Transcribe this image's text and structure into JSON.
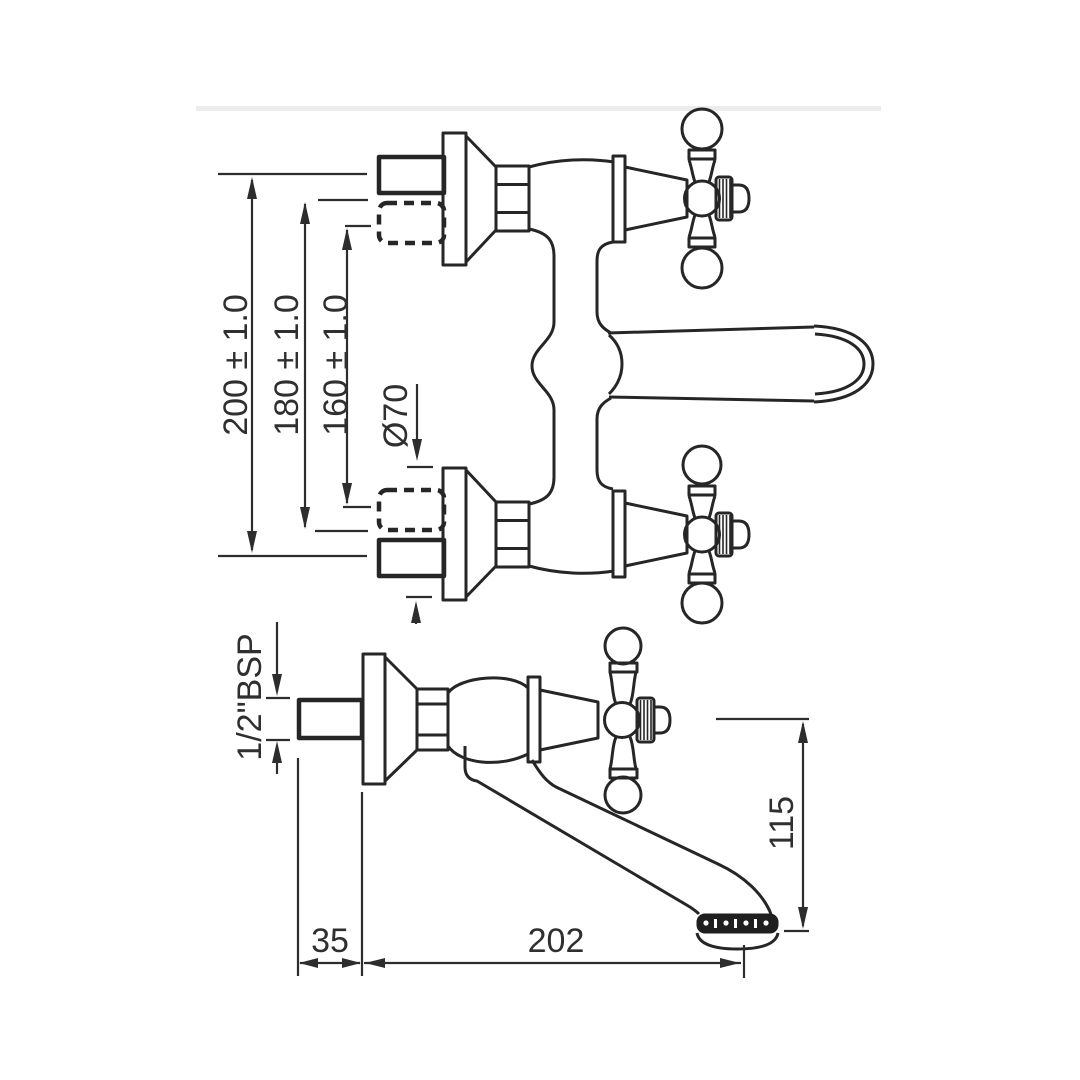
{
  "page": {
    "background": "#ffffff",
    "line_color": "#262626",
    "text_color": "#2f2f2f",
    "divider_color": "#ececec",
    "aerator_color": "#1f1f1f"
  },
  "drawing": {
    "dimensions": {
      "center_200": {
        "label": "200 ± 1.0"
      },
      "center_180": {
        "label": "180 ± 1.0"
      },
      "center_160": {
        "label": "160 ± 1.0"
      },
      "flange_diameter": {
        "label": "Ø70"
      },
      "inlet_thread": {
        "label": "1/2\"BSP"
      },
      "wall_projection": {
        "label": "35"
      },
      "spout_reach": {
        "label": "202"
      },
      "spout_drop": {
        "label": "115"
      }
    }
  }
}
